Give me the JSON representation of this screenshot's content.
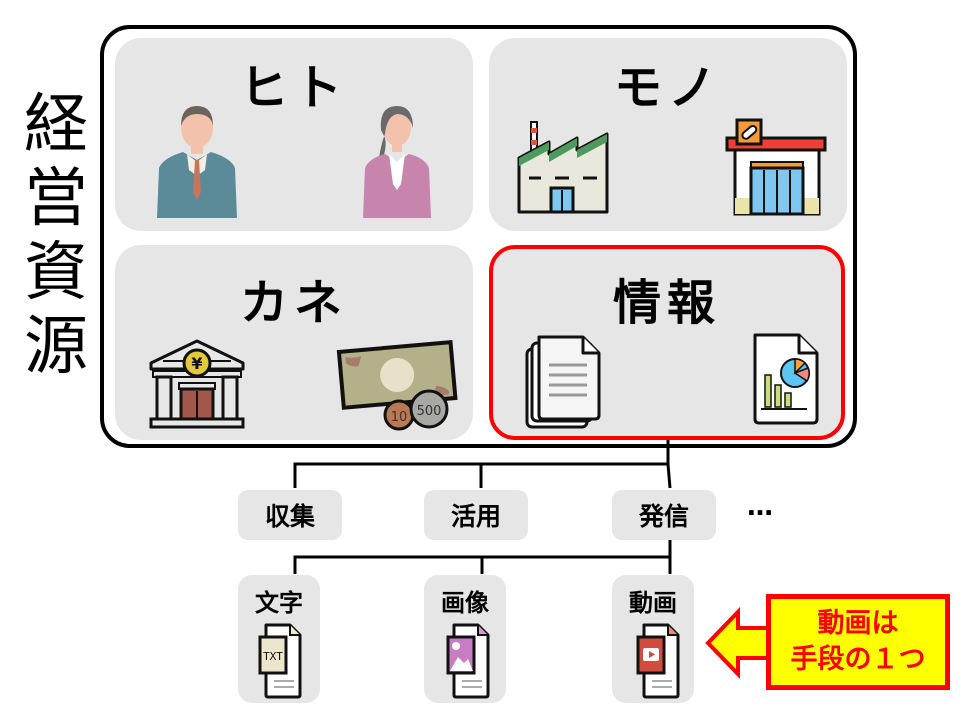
{
  "title": {
    "chars": [
      "経",
      "営",
      "資",
      "源"
    ]
  },
  "resources": {
    "hito": {
      "label": "ヒト",
      "icons": [
        "businessman-icon",
        "businesswoman-icon"
      ]
    },
    "mono": {
      "label": "モノ",
      "icons": [
        "factory-icon",
        "pharmacy-store-icon"
      ]
    },
    "kane": {
      "label": "カネ",
      "icons": [
        "bank-icon",
        "banknote-coins-icon"
      ],
      "coin_labels": [
        "10",
        "500"
      ],
      "bank_symbol": "¥"
    },
    "joho": {
      "label": "情報",
      "icons": [
        "documents-icon",
        "report-chart-icon"
      ],
      "highlight_color": "#ff0000"
    }
  },
  "uses": [
    {
      "label": "収集"
    },
    {
      "label": "活用"
    },
    {
      "label": "発信"
    }
  ],
  "uses_more": "…",
  "media": [
    {
      "label": "文字",
      "icon": "txt-file-icon",
      "icon_text": "TXT"
    },
    {
      "label": "画像",
      "icon": "image-file-icon"
    },
    {
      "label": "動画",
      "icon": "video-file-icon"
    }
  ],
  "callout": {
    "line1": "動画は",
    "line2": "手段の１つ",
    "bg_color": "#ffff00",
    "border_color": "#ff0000"
  }
}
